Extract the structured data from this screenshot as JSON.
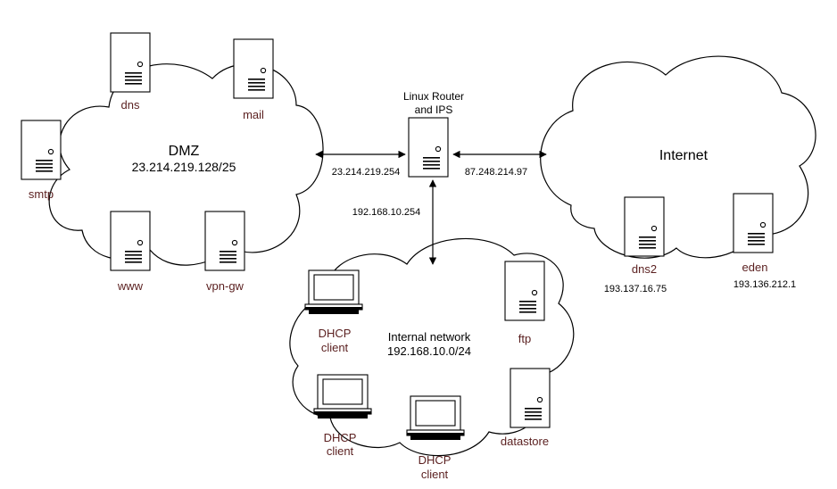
{
  "networks": {
    "dmz": {
      "name": "DMZ",
      "subnet": "23.214.219.128/25"
    },
    "internet": {
      "name": "Internet"
    },
    "internal": {
      "name": "Internal network",
      "subnet": "192.168.10.0/24"
    }
  },
  "router": {
    "label_line1": "Linux Router",
    "label_line2": "and IPS",
    "ip_dmz": "23.214.219.254",
    "ip_internet": "87.248.214.97",
    "ip_internal": "192.168.10.254"
  },
  "dmz_hosts": {
    "dns": "dns",
    "mail": "mail",
    "smtp": "smtp",
    "www": "www",
    "vpn_gw": "vpn-gw"
  },
  "internet_hosts": {
    "dns2": {
      "name": "dns2",
      "ip": "193.137.16.75"
    },
    "eden": {
      "name": "eden",
      "ip": "193.136.212.1"
    }
  },
  "internal_hosts": {
    "ftp": "ftp",
    "datastore": "datastore",
    "dhcp_client_1": {
      "line1": "DHCP",
      "line2": "client"
    },
    "dhcp_client_2": {
      "line1": "DHCP",
      "line2": "client"
    },
    "dhcp_client_3": {
      "line1": "DHCP",
      "line2": "client"
    }
  },
  "colors": {
    "host_label": "#5a1f1f",
    "lines": "#000000"
  }
}
